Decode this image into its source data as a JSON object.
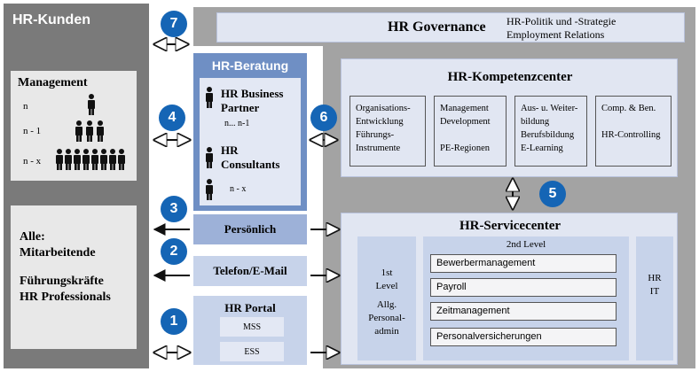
{
  "hr_kunden": {
    "title": "HR-Kunden",
    "management": {
      "title": "Management",
      "levels": [
        "n",
        "n - 1",
        "n - x"
      ]
    },
    "alle": {
      "title": "Alle:",
      "line1": "Mitarbeitende",
      "line2": "Führungskräfte",
      "line3": "HR Professionals"
    }
  },
  "governance": {
    "title": "HR Governance",
    "line1": "HR-Politik und -Strategie",
    "line2": "Employment Relations"
  },
  "beratung": {
    "title": "HR-Beratung",
    "bp_line1": "HR Business",
    "bp_line2": "Partner",
    "bp_sub": "n... n-1",
    "cons_line1": "HR",
    "cons_line2": "Consultants",
    "cons_sub": "n - x"
  },
  "channels": {
    "persoenlich": "Persönlich",
    "telefon": "Telefon/E-Mail",
    "portal": "HR Portal",
    "mss": "MSS",
    "ess": "ESS"
  },
  "kompetenz": {
    "title": "HR-Kompetenzcenter",
    "boxes": [
      [
        "Organisations-",
        "Entwicklung",
        "Führungs-",
        "Instrumente"
      ],
      [
        "Management",
        "Development",
        "",
        "PE-Regionen"
      ],
      [
        "Aus- u. Weiter-",
        "bildung",
        "Berufsbildung",
        "E-Learning"
      ],
      [
        "Comp. & Ben.",
        "",
        "HR-Controlling",
        ""
      ]
    ]
  },
  "service": {
    "title": "HR-Servicecenter",
    "first_level": [
      "1st",
      "Level",
      "Allg.",
      "Personal-",
      "admin"
    ],
    "second_level_title": "2nd Level",
    "second_level_items": [
      "Bewerbermanagement",
      "Payroll",
      "Zeitmanagement",
      "Personalversicherungen"
    ],
    "it": [
      "HR",
      "IT"
    ]
  },
  "badges": [
    "7",
    "4",
    "6",
    "3",
    "2",
    "1",
    "5"
  ],
  "colors": {
    "badge": "#1565b5",
    "dark_gray": "#7a7a7a",
    "mid_gray": "#a3a3a3",
    "blue_dark": "#6f8fc4"
  }
}
